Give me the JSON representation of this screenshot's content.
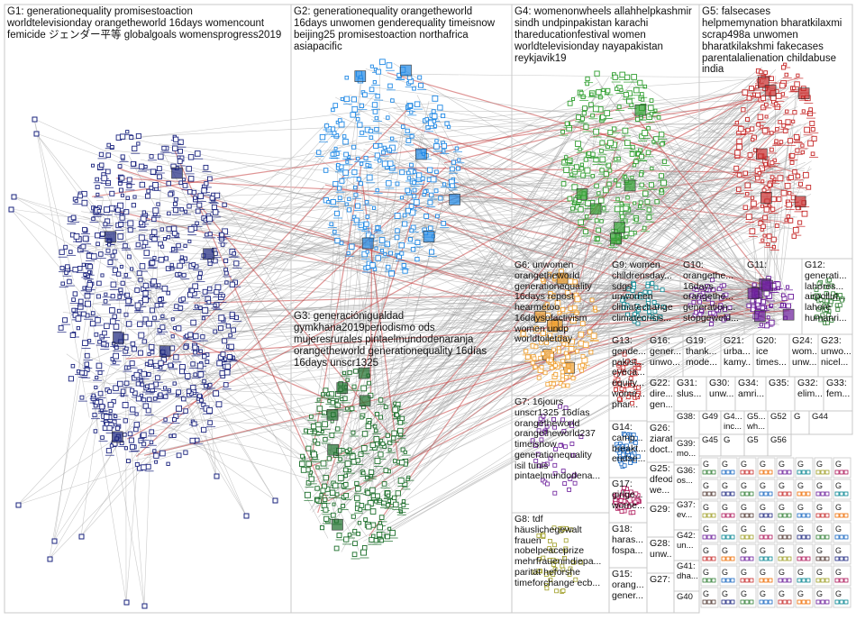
{
  "colors": {
    "edge": "#9a9a9a",
    "edge_red": "#c43c3c",
    "box_border": "#c8c8c8",
    "G1": "#1a237e",
    "G2": "#1e88e5",
    "G3": "#1b6e2a",
    "G4": "#2e9e2e",
    "G5": "#c62828",
    "G6": "#f0a030",
    "G7": "#6a1b9a",
    "G11": "#6a1b9a",
    "misc": [
      "#2e7d32",
      "#1565c0",
      "#c62828",
      "#ef6c00",
      "#6a1b9a",
      "#00838f",
      "#9e9d24",
      "#ad1457",
      "#4e342e",
      "#1a237e"
    ]
  },
  "groups": [
    {
      "id": "G1",
      "text": "G1: generationequality promisestoaction\nworldtelevisionday orangetheworld 16days womencount\nfemicide ジェンダー平等 globalgoals womensprogress2019"
    },
    {
      "id": "G2",
      "text": "G2: generationequality orangetheworld\n16days unwomen genderequality timeisnow\nbeijing25 promisestoaction northafrica\nasiapacific"
    },
    {
      "id": "G3",
      "text": "G3: generaciónigualdad\ngymkhana2019periodismo ods\nmujeresrurales pintaelmundodenaranja\norangetheworld generationequality 16días\n16days unscr1325"
    },
    {
      "id": "G4",
      "text": "G4: womenonwheels allahhelpkashmir\nsindh undpinpakistan karachi\nthareducationfestival women\nworldtelevisionday nayapakistan\nreykjavik19"
    },
    {
      "id": "G5",
      "text": "G5: falsecases\nhelpmemynation bharatkilaxmi\nscrap498a unwomen\nbharatkilakshmi fakecases\nparentalalienation childabuse\nindia"
    },
    {
      "id": "G6",
      "text": "G6: unwomen\norangetheworld\ngenerationequality\n16days repost\nhearmetoo\n16daysofactivism\nwomen undp\nworldtoiletday"
    },
    {
      "id": "G7",
      "text": "G7: 16jours\nunscr1325 16días\norangetheworld\norangetheworld237\ntimeisnow\ngenerationequality\nisil tunis\npintaelmundodena..."
    },
    {
      "id": "G8",
      "text": "G8: tdf\nhäuslichegewalt\nfrauen\nnobelpeaceprize\nmehrfrauenindiepa...\nparität heforshe\ntimeforchange ecb..."
    },
    {
      "id": "G9",
      "text": "G9: women\nchildrensday...\nsdgs\nunwomen\nclimatechange\nclimatecrisis..."
    },
    {
      "id": "G10",
      "text": "G10:\norangethe...\n16days\norangethe...\ngeneration...\nstopgeweld..."
    },
    {
      "id": "G11",
      "text": "G11:"
    },
    {
      "id": "G12",
      "text": "G12:\ngenerati...\nlahores...\nairpollut...\nlahore\nhumanri..."
    },
    {
      "id": "G13",
      "text": "G13:\ngende...\npakist...\neyeca...\nequity...\nwome...\nphar..."
    },
    {
      "id": "G14",
      "text": "G14:\ncamp...\nbreakt...\nendse..."
    },
    {
      "id": "G15",
      "text": "G15:\norang...\ngener..."
    },
    {
      "id": "G16",
      "text": "G16:\ngener...\nunwo..."
    },
    {
      "id": "G17",
      "text": "G17:\ngirlge...\nwome..."
    },
    {
      "id": "G18",
      "text": "G18:\nharas...\nfospa..."
    },
    {
      "id": "G19",
      "text": "G19:\nthank...\nmode..."
    },
    {
      "id": "G20",
      "text": "G20:\nice\ntimes..."
    },
    {
      "id": "G21",
      "text": "G21:\nurba...\nkamy..."
    },
    {
      "id": "G22",
      "text": "G22:\ndire...\ngen..."
    },
    {
      "id": "G23",
      "text": "G23:\nunwo...\nnicel..."
    },
    {
      "id": "G24",
      "text": "G24:\nwom...\nunw..."
    },
    {
      "id": "G25",
      "text": "G25:\ndfeod\nwe..."
    },
    {
      "id": "G26",
      "text": "G26:\nziarat\ndoct..."
    },
    {
      "id": "G27",
      "text": "G27:"
    },
    {
      "id": "G28",
      "text": "G28:\nunw..."
    },
    {
      "id": "G29",
      "text": "G29:"
    },
    {
      "id": "G30",
      "text": "G30:\nunw..."
    },
    {
      "id": "G31",
      "text": "G31:\nslus..."
    },
    {
      "id": "G32",
      "text": "G32:\nelim..."
    },
    {
      "id": "G33",
      "text": "G33:\nfem..."
    },
    {
      "id": "G34",
      "text": "G34:\namri..."
    },
    {
      "id": "G35",
      "text": "G35:"
    },
    {
      "id": "G36",
      "text": "G36:\nos..."
    },
    {
      "id": "G37",
      "text": "G37:\nev..."
    },
    {
      "id": "G38",
      "text": "G38:"
    },
    {
      "id": "G39",
      "text": "G39:\nmo..."
    },
    {
      "id": "G40",
      "text": "G40"
    },
    {
      "id": "G41",
      "text": "G41:\ndha..."
    },
    {
      "id": "G42",
      "text": "G42:\nun..."
    },
    {
      "id": "G43",
      "text": "G4...\ninc..."
    },
    {
      "id": "G44",
      "text": "G44"
    },
    {
      "id": "G45",
      "text": "G45"
    },
    {
      "id": "G49",
      "text": "G49"
    },
    {
      "id": "G51",
      "text": "G5...\nwh..."
    },
    {
      "id": "G52",
      "text": "G52"
    },
    {
      "id": "G56",
      "text": "G56"
    },
    {
      "id": "G57",
      "text": "G5"
    },
    {
      "id": "Gx1",
      "text": "G"
    },
    {
      "id": "Gx2",
      "text": "G"
    }
  ],
  "tiny_label": "G"
}
